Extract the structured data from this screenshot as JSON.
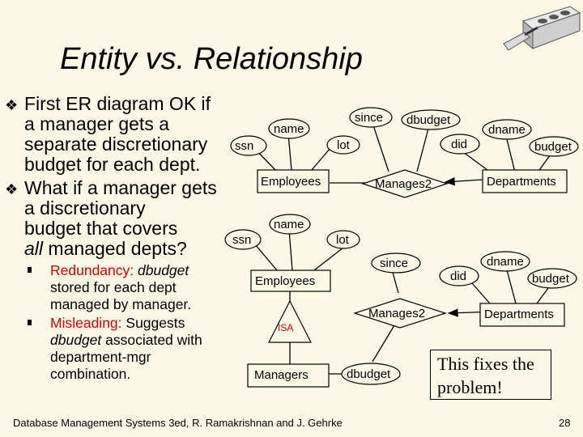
{
  "slide": {
    "title": "Entity vs. Relationship",
    "footer": "Database Management Systems 3ed,  R. Ramakrishnan and J. Gehrke",
    "page_number": "28",
    "fix_note": [
      "This fixes the",
      "problem!"
    ]
  },
  "bullets": {
    "b1": [
      "First ER diagram OK if",
      "a manager gets a",
      "separate discretionary",
      "budget for each dept."
    ],
    "b2_a": "What if a manager gets",
    "b2_b": "a discretionary",
    "b2_c": "budget that covers",
    "b2_d_italic": "all",
    "b2_d_rest": " managed depts?",
    "sub1_red": "Redundancy: ",
    "sub1_italic": "dbudget",
    "sub1_l2": "stored for each dept",
    "sub1_l3": "managed by manager.",
    "sub2_red": "Misleading:",
    "sub2_rest": " Suggests",
    "sub2_italic": "dbudget",
    "sub2_rest2": " associated with",
    "sub2_l3": "department-mgr",
    "sub2_l4": "combination."
  },
  "diagram1": {
    "ssn": "ssn",
    "name": "name",
    "lot": "lot",
    "employees": "Employees",
    "since": "since",
    "dbudget": "dbudget",
    "manages": "Manages2",
    "did": "did",
    "dname": "dname",
    "budget": "budget",
    "departments": "Departments"
  },
  "diagram2": {
    "ssn": "ssn",
    "name": "name",
    "lot": "lot",
    "employees": "Employees",
    "since": "since",
    "manages": "Manages2",
    "did": "did",
    "dname": "dname",
    "budget": "budget",
    "departments": "Departments",
    "isa": "ISA",
    "managers": "Managers",
    "dbudget": "dbudget"
  },
  "colors": {
    "background": "#fbf9e6",
    "isa_text": "#cc0000",
    "highlight": "#cc0000"
  }
}
